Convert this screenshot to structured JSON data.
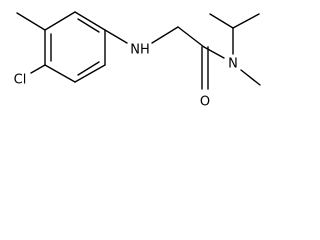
{
  "molecule": {
    "atoms": {
      "chlorine": "Cl",
      "amine_nitrogen": "NH",
      "amide_oxygen": "O",
      "amide_nitrogen": "N"
    }
  },
  "colors": {
    "bond": "#000000",
    "label": "#000000",
    "background": "#ffffff"
  }
}
